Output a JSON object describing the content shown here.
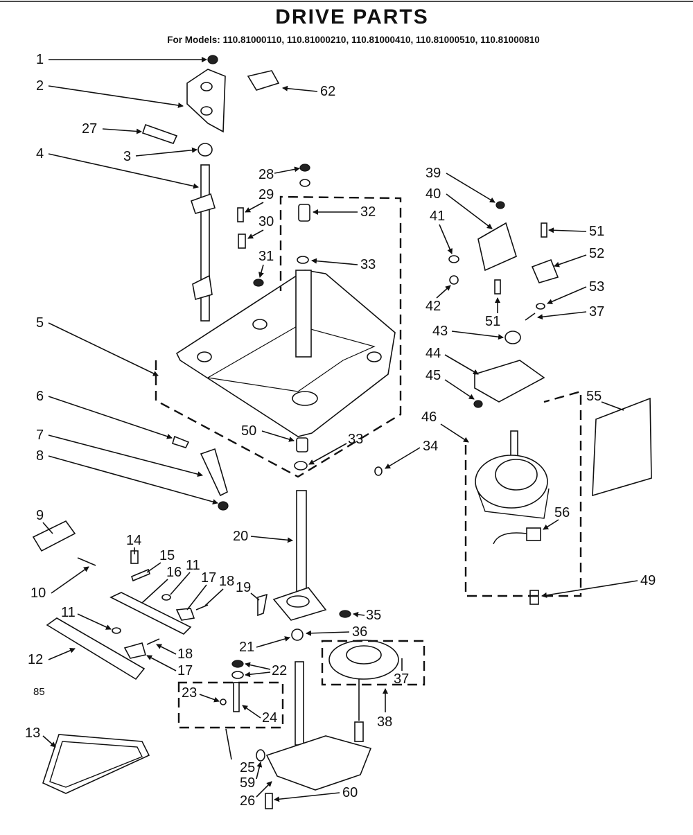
{
  "title": "DRIVE PARTS",
  "models_line": "For Models: 110.81000110, 110.81000210, 110.81000410, 110.81000510, 110.81000810",
  "corner_code": "85",
  "callouts": [
    "1",
    "2",
    "27",
    "3",
    "4",
    "62",
    "28",
    "29",
    "30",
    "31",
    "32",
    "33",
    "5",
    "6",
    "7",
    "8",
    "50",
    "33",
    "34",
    "20",
    "9",
    "10",
    "14",
    "15",
    "16",
    "11",
    "17",
    "18",
    "19",
    "11",
    "12",
    "18",
    "17",
    "21",
    "22",
    "23",
    "24",
    "25",
    "59",
    "26",
    "60",
    "35",
    "36",
    "37",
    "38",
    "39",
    "40",
    "41",
    "42",
    "51",
    "52",
    "53",
    "37",
    "51",
    "43",
    "44",
    "45",
    "46",
    "55",
    "56",
    "49",
    "13"
  ]
}
